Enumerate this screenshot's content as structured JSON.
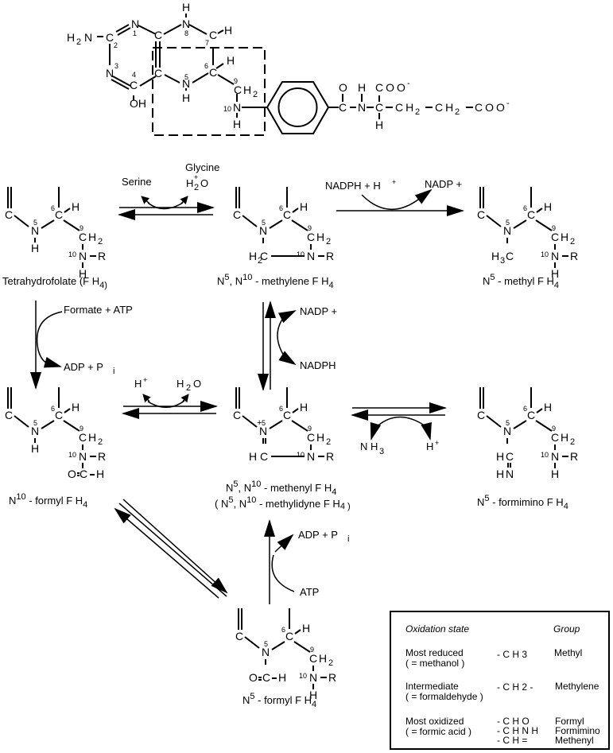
{
  "top_structure": {
    "atoms": {
      "h2n": "H",
      "h2n_sub": "2",
      "h2n_n": "N",
      "c2": "C",
      "n1": "N",
      "n3": "N",
      "c4": "C",
      "oh": "OH",
      "c4a": "C",
      "c8a": "C",
      "n8": "N",
      "n8_h": "H",
      "c7": "C",
      "c7_h": "H",
      "n5": "N",
      "n5_h": "H",
      "c6": "C",
      "c6_h": "H",
      "c9": "C",
      "c9_h": "H",
      "c9_sub": "2",
      "n10": "N",
      "n10_h": "H",
      "amide_o": "O",
      "amide_c": "C",
      "amide_n": "N",
      "amide_nh": "H",
      "alpha_c": "C",
      "alpha_h": "H",
      "coo1": "COO",
      "coo1_charge": "-",
      "ch2a": "CH",
      "ch2a_sub": "2",
      "ch2b": "CH",
      "ch2b_sub": "2",
      "coo2": "COO",
      "coo2_charge": "-"
    },
    "numbers": {
      "n1": "1",
      "c2": "2",
      "n3": "3",
      "c4": "4",
      "n5": "5",
      "c6": "6",
      "c7": "7",
      "n8": "8",
      "c9": "9",
      "n10": "10"
    }
  },
  "compounds": [
    {
      "id": "thf",
      "name": "Tetrahydrofolate (F H",
      "name_sub": "4)",
      "n5_sub": "H",
      "n10_sub": "H"
    },
    {
      "id": "methylene",
      "name_pre": "N",
      "sup1": "5",
      "mid": ", N",
      "sup2": "10",
      "name": " - methylene  F H",
      "name_sub": "4"
    },
    {
      "id": "methyl",
      "name_pre": "N",
      "sup1": "5",
      "name": " - methyl  F H",
      "name_sub": "4"
    },
    {
      "id": "formyl10",
      "name_pre": "N",
      "sup1": "10",
      "name": " - formyl  F H",
      "name_sub": "4"
    },
    {
      "id": "methenyl",
      "name_pre": "N",
      "sup1": "5",
      "mid": ", N",
      "sup2": "10",
      "name": " - methenyl  F H",
      "name_sub": "4",
      "alt_pre": "( N",
      "alt_sup1": "5",
      "alt_mid": ", N",
      "alt_sup2": "10",
      "alt_name": " - methylidyne  F H",
      "alt_sub": "4 )"
    },
    {
      "id": "formimino",
      "name_pre": "N",
      "sup1": "5",
      "name": " - formimino  F H",
      "name_sub": "4"
    },
    {
      "id": "formyl5",
      "name_pre": "N",
      "sup1": "5",
      "name": " - formyl  F H",
      "name_sub": "4"
    }
  ],
  "reactions": {
    "serine": "Serine",
    "glycine": "Glycine",
    "plus": "+",
    "h2o_h": "H",
    "h2o_sub": "2",
    "h2o_o": "O",
    "nadph_h": "NADPH  +  H",
    "nadph_h_sup": "+",
    "nadp_plus_top": "NADP +",
    "formate_atp": "Formate  +  ATP",
    "adp_pi": "ADP  +  P",
    "adp_pi_sub": "i",
    "nadp_plus_mid": "NADP +",
    "nadph_mid": "NADPH",
    "hplus_left": "H",
    "hplus_sup": "+",
    "h2o_left_h": "H",
    "h2o_left_sub": "2",
    "h2o_left_o": "O",
    "nh3": "N H",
    "nh3_sub": "3",
    "hplus_right": "H",
    "hplus_right_sup": "+",
    "adp_pi_bottom": "ADP  +  P",
    "adp_pi_bottom_sub": "i",
    "atp_bottom": "ATP"
  },
  "legend": {
    "header_state": "Oxidation state",
    "header_group": "Group",
    "rows": [
      {
        "state": "Most reduced",
        "state2": "( =  methanol )",
        "formula": [
          "- C H 3"
        ],
        "group": [
          "Methyl"
        ]
      },
      {
        "state": "Intermediate",
        "state2": "( =  formaldehyde )",
        "formula": [
          "- C H 2 -"
        ],
        "group": [
          "Methylene"
        ]
      },
      {
        "state": "Most oxidized",
        "state2": "( =  formic acid )",
        "formula": [
          "- C H O",
          "- C H N H",
          "- C H ="
        ],
        "group": [
          "Formyl",
          "Formimino",
          "Methenyl"
        ]
      }
    ]
  }
}
